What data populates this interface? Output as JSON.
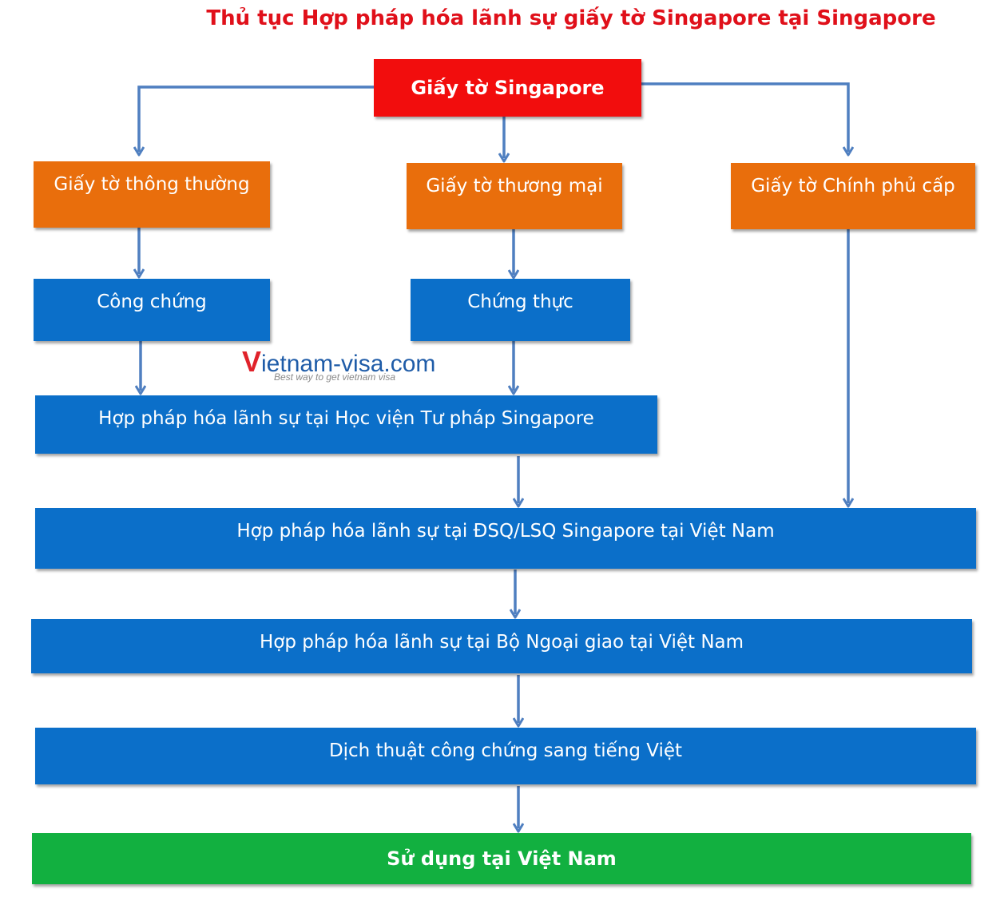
{
  "title": "Thủ tục Hợp pháp hóa lãnh sự giấy tờ Singapore tại Singapore",
  "nodes": {
    "root": "Giấy tờ Singapore",
    "regular_docs": "Giấy tờ thông thường",
    "commercial_docs": "Giấy tờ thương mại",
    "government_docs": "Giấy tờ Chính phủ cấp",
    "notarization": "Công chứng",
    "certification": "Chứng thực",
    "legalize_academy": "Hợp pháp hóa lãnh sự tại Học viện Tư pháp Singapore",
    "legalize_embassy": "Hợp pháp hóa lãnh sự tại ĐSQ/LSQ Singapore tại Việt Nam",
    "legalize_mofa": "Hợp pháp hóa lãnh sự tại Bộ Ngoại giao tại Việt Nam",
    "translation": "Dịch thuật công chứng sang tiếng Việt",
    "use_vietnam": "Sử dụng tại Việt Nam"
  },
  "logo": {
    "initial": "V",
    "rest": "ietnam-visa.com",
    "tagline": "Best way to get vietnam visa"
  },
  "colors": {
    "title": "#e0101a",
    "root": "#f20d0d",
    "category": "#e96e0c",
    "step": "#0b6fc9",
    "final": "#12b040",
    "arrow": "#4f7fc0"
  }
}
